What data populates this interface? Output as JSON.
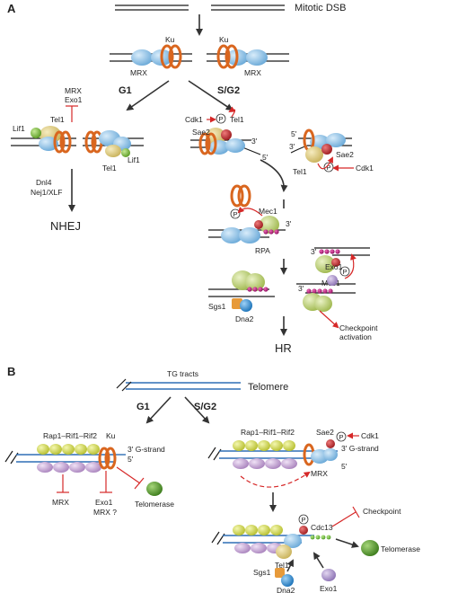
{
  "panel_a": {
    "letter": "A",
    "mitotic_dsb": "Mitotic DSB",
    "ku": "Ku",
    "mrx": "MRX",
    "g1": "G1",
    "s_g2": "S/G2",
    "mrx_exo1": [
      "MRX",
      "Exo1"
    ],
    "tel1": "Tel1",
    "lif1": "Lif1",
    "dnl4": "Dnl4",
    "nej1_xlf": "Nej1/XLF",
    "nhej": "NHEJ",
    "cdk1": "Cdk1",
    "sae2": "Sae2",
    "p": "P",
    "three_prime": "3'",
    "five_prime": "5'",
    "mec1": "Mec1",
    "rpa": "RPA",
    "exo1": "Exo1",
    "sgs1": "Sgs1",
    "dna2": "Dna2",
    "checkpoint_activation": [
      "Checkpoint",
      "activation"
    ],
    "hr": "HR"
  },
  "panel_b": {
    "letter": "B",
    "tg_tracts": "TG tracts",
    "telomere": "Telomere",
    "g1": "G1",
    "s_g2": "S/G2",
    "rap1_rif1_rif2": "Rap1–Rif1–Rif2",
    "ku": "Ku",
    "three_g_strand": "3' G-strand",
    "five_prime": "5'",
    "mrx": "MRX",
    "exo1": "Exo1",
    "mrx_question": "MRX ?",
    "telomerase": "Telomerase",
    "sae2": "Sae2",
    "cdk1": "Cdk1",
    "p": "P",
    "checkpoint": "Checkpoint",
    "cdc13": "Cdc13",
    "tel1": "Tel1",
    "sgs1": "Sgs1",
    "dna2": "Dna2"
  },
  "colors": {
    "mrx_blue": "#8fc3e6",
    "ku_orange": "#d9661f",
    "tel1_yellow": "#e2d08a",
    "lif1_green": "#7cbb3c",
    "sae2_red": "#c0282d",
    "mec1_green": "#c8d98a",
    "rpa_magenta": "#b0157a",
    "exo1_purple": "#a78ec8",
    "sgs1_orange": "#e79a3a",
    "dna2_blue": "#2f8fd6",
    "telomerase_green": "#4f9a2a",
    "rap_yellow": "#d9e05a",
    "rif_purple": "#c9a6d6",
    "tg_blue": "#2f6fb5",
    "arrow_red": "#d62828"
  }
}
